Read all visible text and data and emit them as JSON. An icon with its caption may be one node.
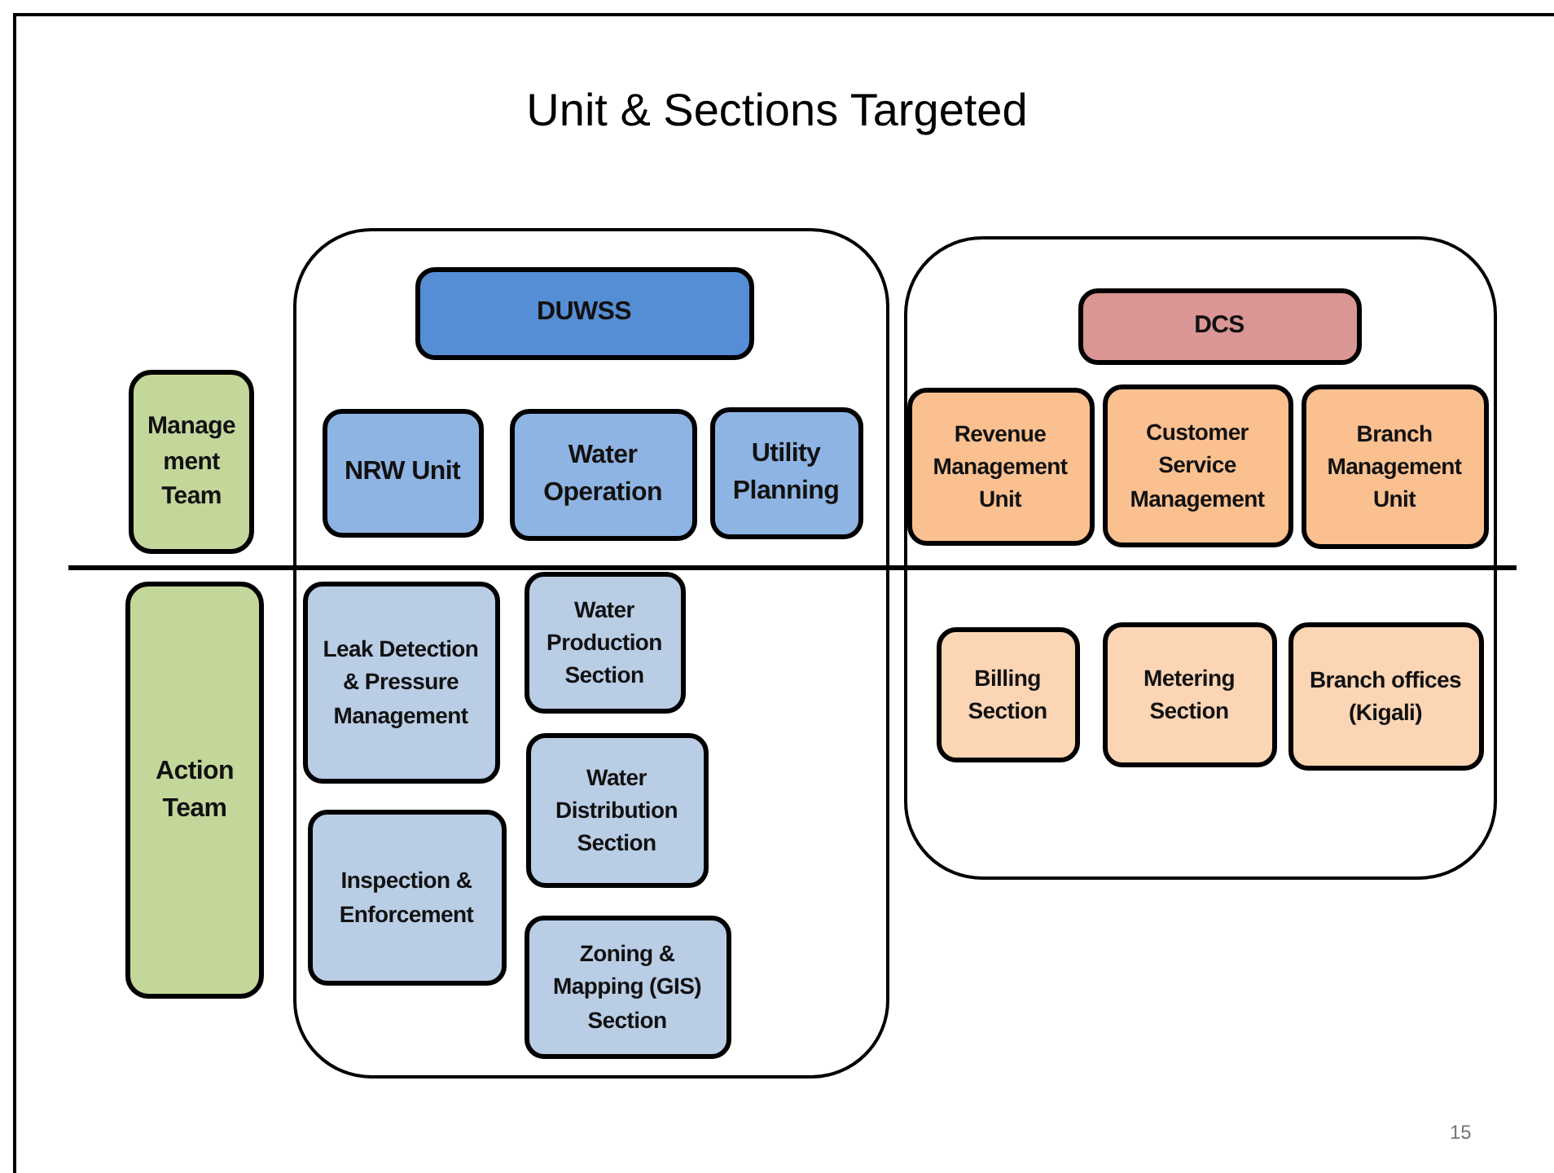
{
  "diagram": {
    "title": "Unit & Sections Targeted",
    "nodes": [
      {
        "text": [
          "Management Team"
        ]
      },
      {
        "text": [],
        "shape": "box"
      },
      {
        "text": [
          "DUWSS"
        ],
        "in": 1
      },
      {
        "text": [
          "NRW Unit"
        ],
        "in": 1
      },
      {
        "text": [
          "Water Operation"
        ],
        "in": 1
      },
      {
        "text": [
          "Utility Planning"
        ],
        "in": 1
      },
      {
        "text": [],
        "shape": "box"
      },
      {
        "text": [
          "DCS"
        ],
        "in": 6
      },
      {
        "text": [
          "Revenue Management Unit"
        ],
        "in": 6
      },
      {
        "text": [
          "Customer Service Management"
        ],
        "in": 6
      },
      {
        "text": [
          "Branch Management Unit"
        ],
        "in": 6
      },
      {
        "text": [
          "Action Team"
        ]
      },
      {
        "text": [
          "Leak Detection & Pressure Management"
        ],
        "in": 1
      },
      {
        "text": [
          "Water Production Section"
        ],
        "in": 1
      },
      {
        "text": [
          "Water Distribution Section"
        ],
        "in": 1
      },
      {
        "text": [
          "Inspection & Enforcement"
        ],
        "in": 1
      },
      {
        "text": [
          "Zoning & Mapping (GIS) Section"
        ],
        "in": 1
      },
      {
        "text": [
          "Billing Section"
        ],
        "in": 6
      },
      {
        "text": [
          "Metering Section"
        ],
        "in": 6
      },
      {
        "text": [
          "Branch offices (Kigali)"
        ],
        "in": 6
      }
    ],
    "labels": [
      "15"
    ]
  }
}
